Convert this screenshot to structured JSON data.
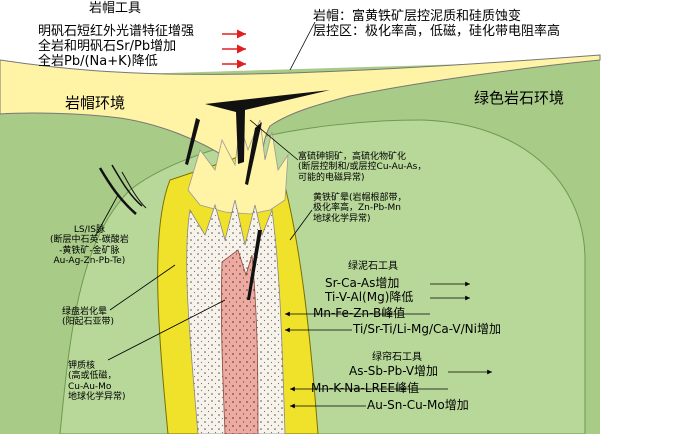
{
  "gossan_tools": {
    "title": "岩帽工具",
    "items": [
      "明矾石短红外光谱特征增强",
      "全岩和明矾石Sr/Pb增加",
      "全岩Pb/(Na+K)降低"
    ]
  },
  "gossan_desc": {
    "line1": "岩帽：富黄铁矿层控泥质和硅质蚀变",
    "line2": "层控区：极化率高，低磁，硅化带电阻率高"
  },
  "zones": {
    "gossan_env": "岩帽环境",
    "greenstone_env": "绿色岩石环境"
  },
  "annotations": {
    "enargite": [
      "富硫砷铜矿，高硫化物矿化",
      "(断层控制和/或层控Cu-Au-As，",
      "可能的电磁异常)"
    ],
    "pyrite_halo": [
      "黄铁矿晕(岩帽根部带，",
      "极化率高，Zn-Pb-Mn",
      "地球化学异常)"
    ],
    "vein": [
      "LS/IS脉",
      "(断层中石英-碳酸岩",
      "-黄铁矿-金矿脉",
      "Au-Ag-Zn-Pb-Te)"
    ],
    "chlorite": [
      "绿盘岩化晕",
      "(阳起石亚带)"
    ],
    "potassic": [
      "钾质核",
      "(高或低磁，",
      "Cu-Au-Mo",
      "地球化学异常)"
    ]
  },
  "chlorite_tools": {
    "title": "绿泥石工具",
    "items": [
      "Sr-Ca-As增加",
      "Ti-V-Al(Mg)降低",
      "Mn-Fe-Zn-B峰值",
      "Ti/Sr-Ti/Li-Mg/Ca-V/Ni增加"
    ]
  },
  "epidote_tools": {
    "title": "绿帘石工具",
    "items": [
      "As-Sb-Pb-V增加",
      "Mn-K-Na-LREE峰值",
      "Au-Sn-Cu-Mo增加"
    ]
  },
  "colors": {
    "greenstone": "#a8cc88",
    "gossan": "#fff3a6",
    "pyrite_halo": "#f0e22a",
    "core_stipple": "#f7f2ea",
    "potassic_core": "#eeaaa0",
    "arrow_red": "#e02020",
    "ore_black": "#111111"
  }
}
